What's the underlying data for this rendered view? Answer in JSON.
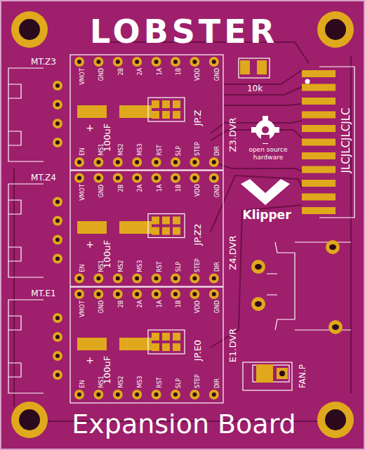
{
  "diagram": {
    "title": "LOBSTER",
    "caption": "Expansion Board",
    "labels": [
      "MT.Z3",
      "MT.Z4",
      "MT.E1",
      "Z3.DVR",
      "Z4.DVR",
      "E1.DVR",
      "10k",
      "open source",
      "hardware",
      "Klipper",
      "JLCJLCJLCJLC",
      "FAN.P",
      "VMOT",
      "GND",
      "2B",
      "2A",
      "1A",
      "1B",
      "VDD",
      "GND",
      "EN",
      "MS1",
      "MS2",
      "MS3",
      "RST",
      "SLP",
      "STEP",
      "DIR",
      "+",
      "100uF",
      "JP.Z",
      "VMOT",
      "GND",
      "2B",
      "2A",
      "1A",
      "1B",
      "VDD",
      "GND",
      "EN",
      "MS1",
      "MS2",
      "MS3",
      "RST",
      "SLP",
      "STEP",
      "DIR",
      "+",
      "100uF",
      "JP.Z2",
      "VMOT",
      "GND",
      "2B",
      "2A",
      "1A",
      "1B",
      "VDD",
      "GND",
      "EN",
      "MS1",
      "MS2",
      "MS3",
      "RST",
      "SLP",
      "STEP",
      "DIR",
      "+",
      "100uF",
      "JP.E0"
    ]
  }
}
